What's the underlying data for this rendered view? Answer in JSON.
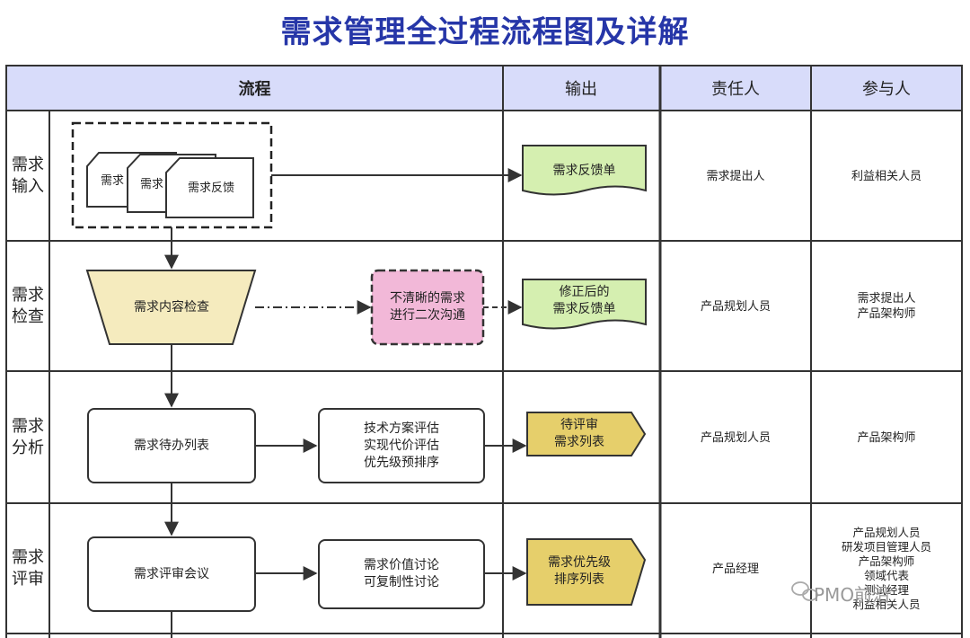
{
  "title": "需求管理全过程流程图及详解",
  "headers": {
    "process": "流程",
    "output": "输出",
    "owner": "责任人",
    "participants": "参与人"
  },
  "rows": [
    {
      "label": "需求\n输入",
      "output": "需求反馈单",
      "owner": "需求提出人",
      "participants": "利益相关人员"
    },
    {
      "label": "需求\n检查",
      "output": "修正后的\n需求反馈单",
      "owner": "产品规划人员",
      "participants": "需求提出人\n产品架构师"
    },
    {
      "label": "需求\n分析",
      "output": "待评审\n需求列表",
      "owner": "产品规划人员",
      "participants": "产品架构师"
    },
    {
      "label": "需求\n评审",
      "output": "需求优先级\n排序列表",
      "owner": "产品经理",
      "participants": "产品规划人员\n研发项目管理人员\n产品架构师\n领域代表\n测试经理\n利益相关人员"
    }
  ],
  "process": {
    "input_docs": [
      "需求",
      "需求",
      "需求反馈"
    ],
    "check": "需求内容检查",
    "unclear": "不清晰的需求\n进行二次沟通",
    "backlog": "需求待办列表",
    "evaluate": "技术方案评估\n实现代价评估\n优先级预排序",
    "review": "需求评审会议",
    "discuss": "需求价值讨论\n可复制性讨论"
  },
  "watermark": "PMO前沿",
  "colors": {
    "title": "#2636a8",
    "header_bg": "#d8dcfa",
    "doc_green": "#d5efb0",
    "trapezoid": "#f5ebbe",
    "pink": "#f2b8d8",
    "gold": "#e6cf6b"
  }
}
